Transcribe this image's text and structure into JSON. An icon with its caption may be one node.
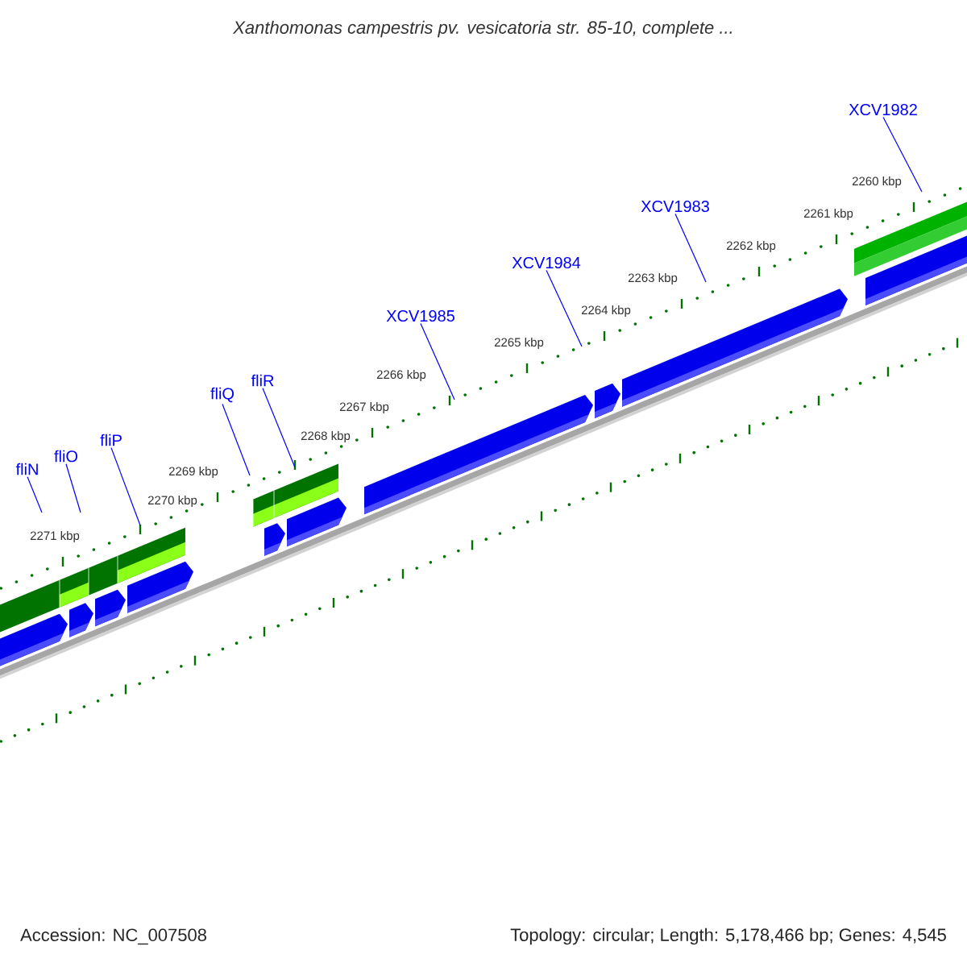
{
  "diagram": {
    "title": "Xanthomonas campestris pv. vesicatoria str. 85-10, complete ...",
    "nodes": [
      {
        "text": [
          "fliN"
        ]
      },
      {
        "text": [
          "fliO"
        ]
      },
      {
        "text": [
          "fliP"
        ]
      },
      {
        "text": [
          "fliQ"
        ]
      },
      {
        "text": [
          "fliR"
        ]
      },
      {
        "text": [
          "XCV1985"
        ]
      },
      {
        "text": [
          "XCV1984"
        ]
      },
      {
        "text": [
          "XCV1983"
        ]
      },
      {
        "text": [
          "XCV1982"
        ]
      }
    ],
    "edges": [
      {
        "from": 0,
        "to": null,
        "arrow": "none"
      },
      {
        "from": 1,
        "to": null,
        "arrow": "none"
      },
      {
        "from": 2,
        "to": null,
        "arrow": "none"
      },
      {
        "from": 3,
        "to": null,
        "arrow": "none"
      },
      {
        "from": 4,
        "to": null,
        "arrow": "none"
      },
      {
        "from": 5,
        "to": null,
        "arrow": "none"
      },
      {
        "from": 6,
        "to": null,
        "arrow": "none"
      },
      {
        "from": 7,
        "to": null,
        "arrow": "none"
      },
      {
        "from": 8,
        "to": null,
        "arrow": "none"
      }
    ],
    "labels": [
      "2260 kbp",
      "2261 kbp",
      "2262 kbp",
      "2263 kbp",
      "2264 kbp",
      "2265 kbp",
      "2266 kbp",
      "2267 kbp",
      "2268 kbp",
      "2269 kbp",
      "2270 kbp",
      "2271 kbp",
      "Accession: NC_007508",
      "Topology: circular; Length: 5,178,466 bp; Genes: 4,545"
    ]
  }
}
